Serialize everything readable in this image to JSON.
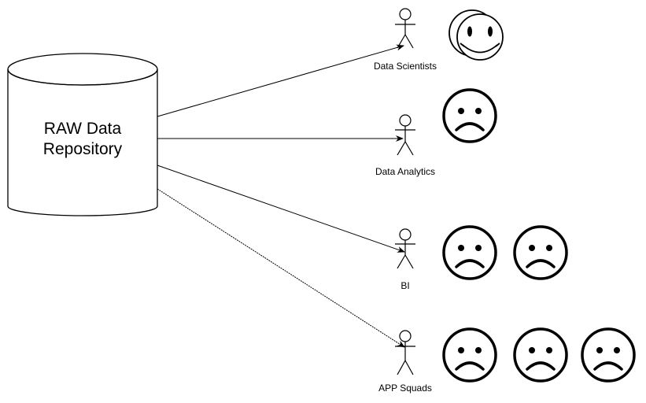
{
  "repository": {
    "line1": "RAW Data",
    "line2": "Repository"
  },
  "actors": [
    {
      "label": "Data Scientists",
      "moods": [
        "happy-pair"
      ]
    },
    {
      "label": "Data Analytics",
      "moods": [
        "sad"
      ]
    },
    {
      "label": "BI",
      "moods": [
        "sad",
        "sad"
      ]
    },
    {
      "label": "APP Squads",
      "moods": [
        "sad",
        "sad",
        "sad"
      ]
    }
  ],
  "colors": {
    "stroke": "#000000",
    "background": "#ffffff"
  }
}
